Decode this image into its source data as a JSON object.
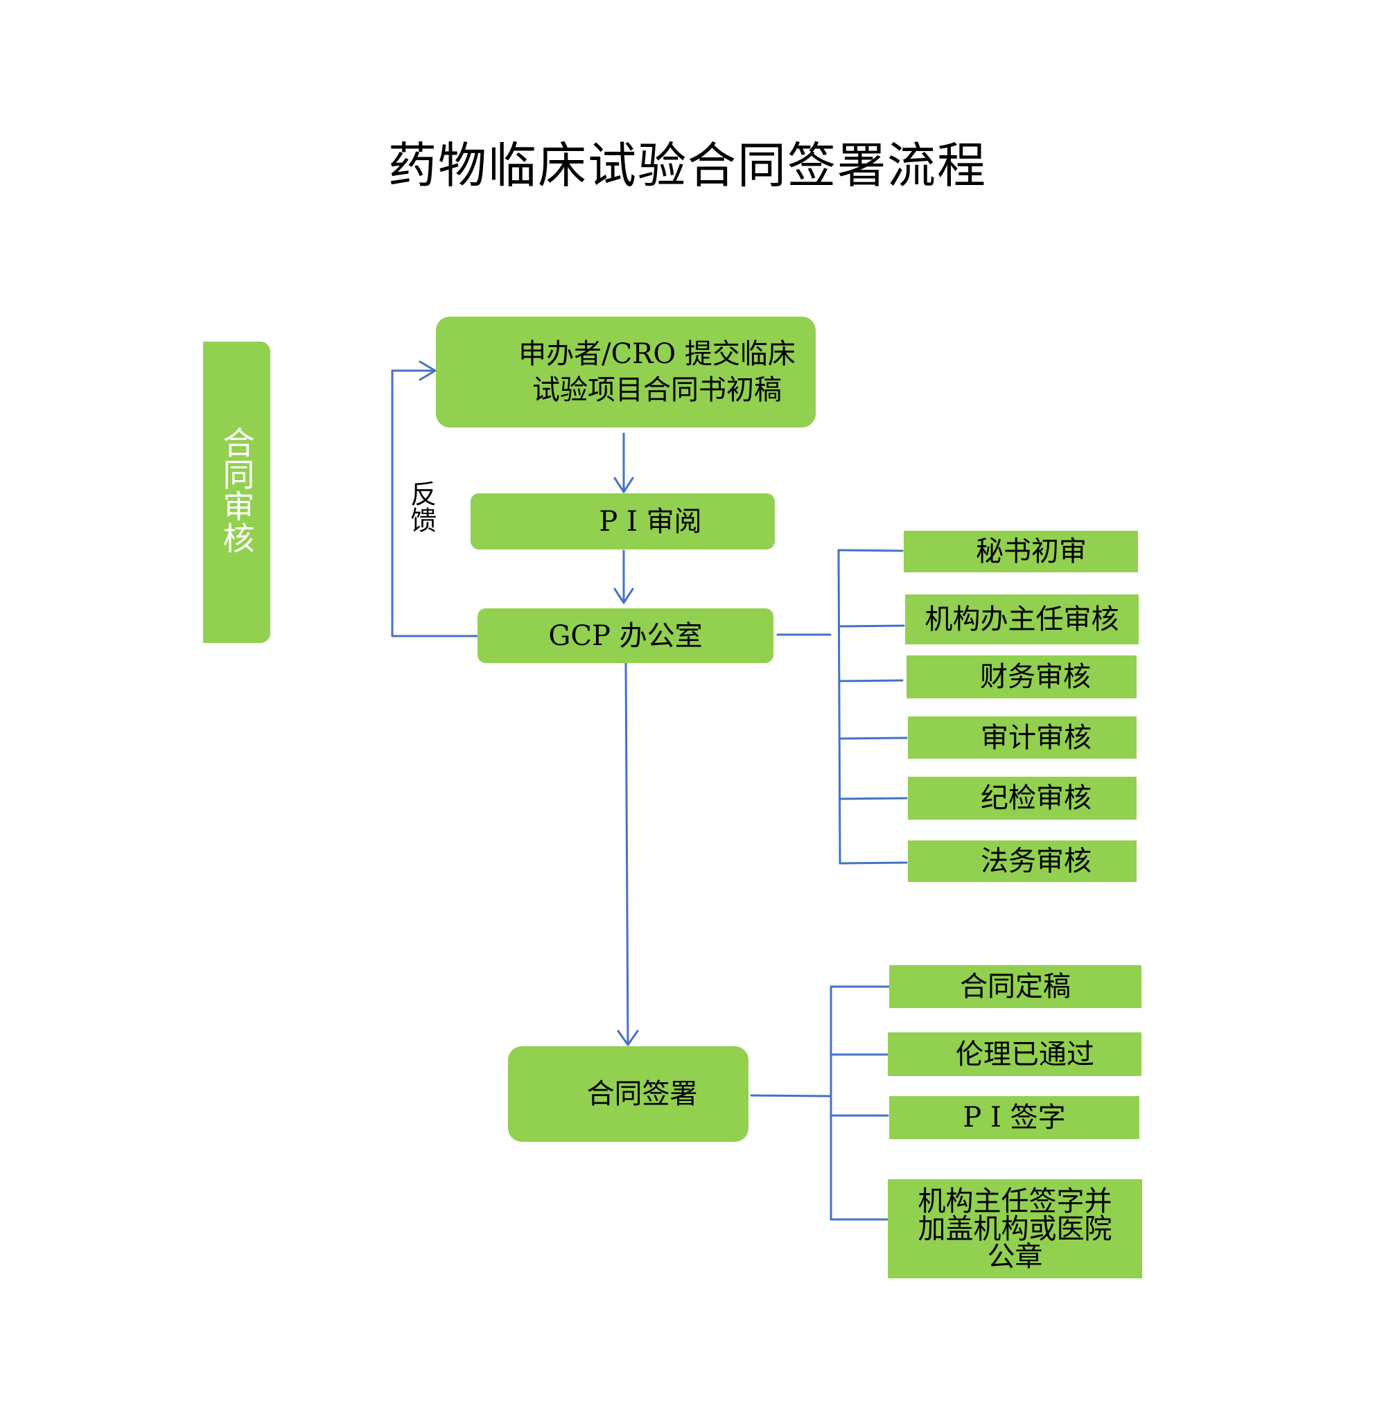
{
  "title": "药物临床试验合同签署流程",
  "side_label": "合同审核",
  "feedback_label": "反馈",
  "nodes": {
    "submit": {
      "line1": "申办者/CRO 提交临床",
      "line2": "试验项目合同书初稿"
    },
    "pi_review": "P I 审阅",
    "gcp_office": "GCP 办公室",
    "signing": "合同签署"
  },
  "review_steps": [
    "秘书初审",
    "机构办主任审核",
    "财务审核",
    "审计审核",
    "纪检审核",
    "法务审核"
  ],
  "signing_steps": [
    {
      "line1": "合同定稿"
    },
    {
      "line1": "伦理已通过"
    },
    {
      "line1": "P I 签字"
    },
    {
      "line1": "机构主任签字并",
      "line2": "加盖机构或医院",
      "line3": "公章"
    }
  ],
  "colors": {
    "box_fill": "#92d050",
    "connector": "#4472c4"
  }
}
